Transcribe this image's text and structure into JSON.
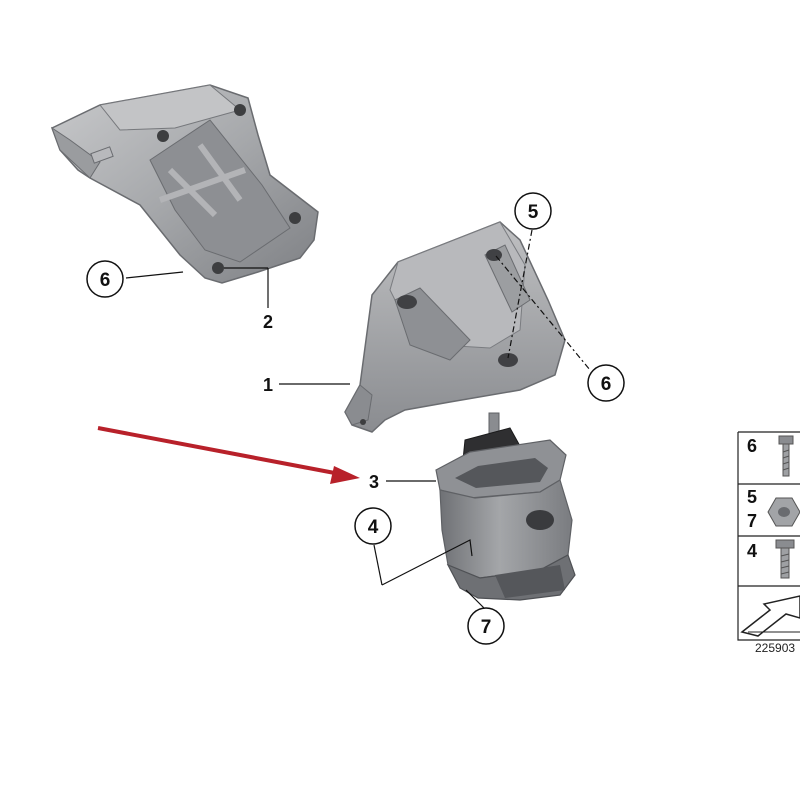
{
  "callouts": {
    "c1": "1",
    "c2": "2",
    "c3": "3",
    "c4": "4",
    "c5": "5",
    "c6a": "6",
    "c6b": "6",
    "c7": "7"
  },
  "legend": {
    "row1": "6",
    "row2a": "5",
    "row2b": "7",
    "row3": "4"
  },
  "diagram_number": "225903",
  "colors": {
    "part_metal": "#a9abae",
    "part_shadow": "#7c7e82",
    "rubber_dark": "#2f2f31",
    "arrow_red": "#b8212a"
  }
}
